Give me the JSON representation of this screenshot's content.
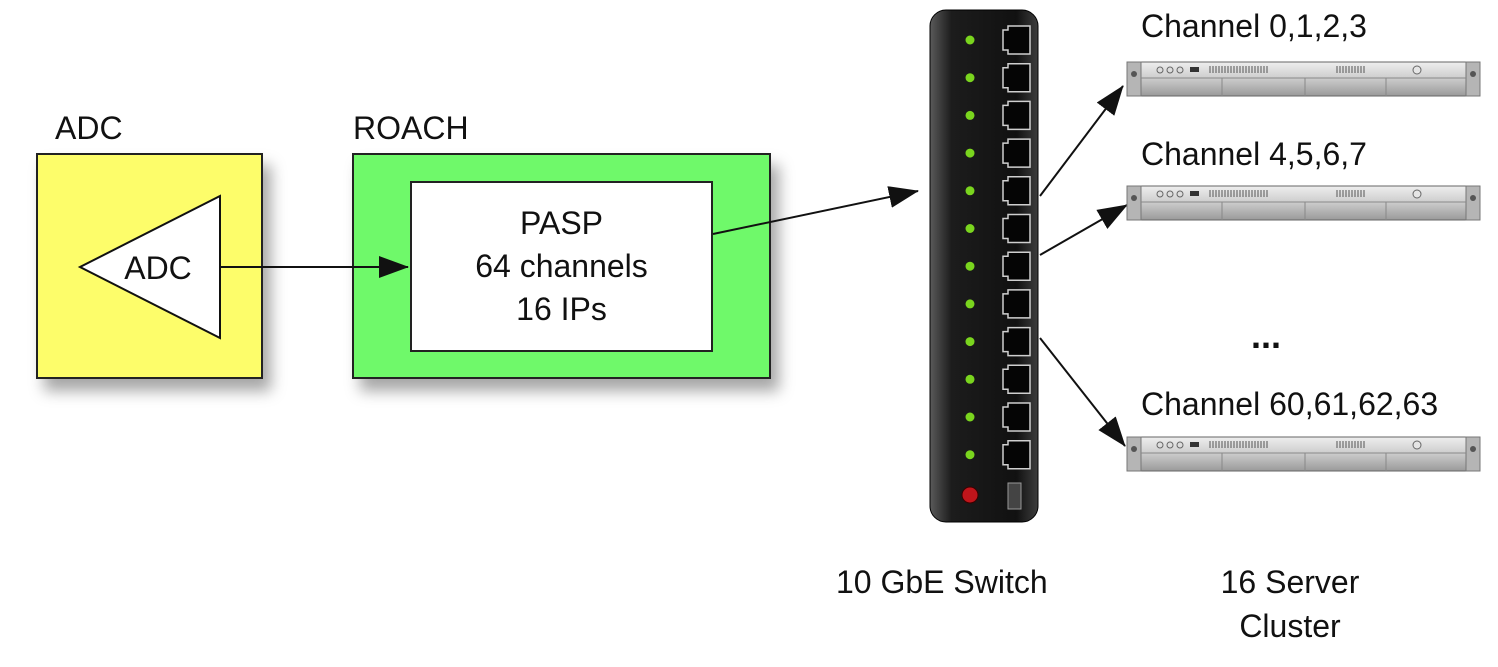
{
  "adc": {
    "title": "ADC",
    "inner_label": "ADC"
  },
  "roach": {
    "title": "ROACH"
  },
  "pasp": {
    "line1": "PASP",
    "line2": "64 channels",
    "line3": "16 IPs"
  },
  "switch": {
    "label": "10 GbE Switch",
    "ports": 12,
    "color_led": "#7ad51e",
    "color_power": "#c0151b"
  },
  "cluster": {
    "label_line1": "16 Server",
    "label_line2": "Cluster",
    "servers": [
      {
        "label": "Channel 0,1,2,3"
      },
      {
        "label": "Channel 4,5,6,7"
      },
      {
        "label": "Channel 60,61,62,63"
      }
    ],
    "ellipsis": "..."
  },
  "colors": {
    "adc_fill": "#fdfd6a",
    "roach_fill": "#6ff96a"
  }
}
